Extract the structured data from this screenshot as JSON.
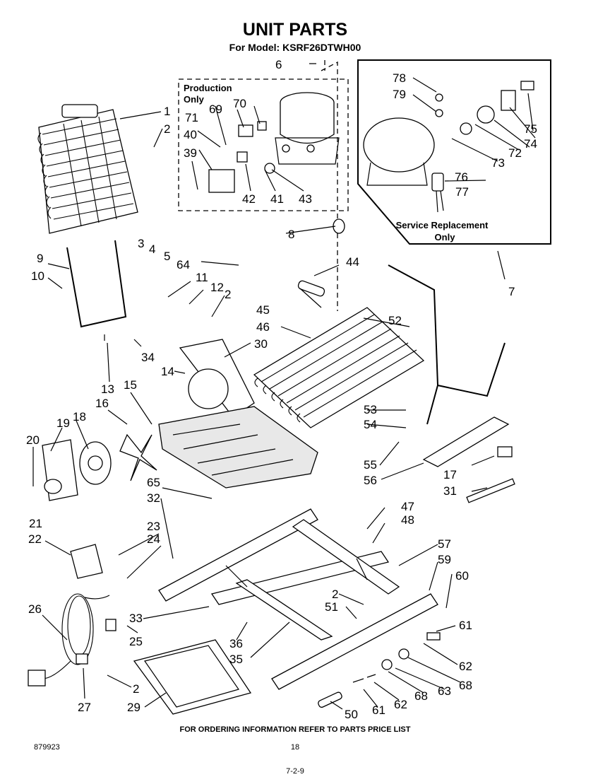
{
  "title": "UNIT PARTS",
  "subtitle": "For Model: KSRF26DTWH00",
  "production_label_1": "Production",
  "production_label_2": "Only",
  "service_label_1": "Service Replacement",
  "service_label_2": "Only",
  "footer_note": "FOR ORDERING INFORMATION REFER TO PARTS PRICE LIST",
  "doc_number": "879923",
  "page_number": "18",
  "bottom_mark": "7-2-9",
  "callouts": [
    {
      "id": "c1",
      "text": "1"
    },
    {
      "id": "c2a",
      "text": "2"
    },
    {
      "id": "c3",
      "text": "3"
    },
    {
      "id": "c4",
      "text": "4"
    },
    {
      "id": "c5",
      "text": "5"
    },
    {
      "id": "c6",
      "text": "6"
    },
    {
      "id": "c7",
      "text": "7"
    },
    {
      "id": "c8",
      "text": "8"
    },
    {
      "id": "c9",
      "text": "9"
    },
    {
      "id": "c10",
      "text": "10"
    },
    {
      "id": "c11",
      "text": "11"
    },
    {
      "id": "c12",
      "text": "12"
    },
    {
      "id": "c2b",
      "text": "2"
    },
    {
      "id": "c13",
      "text": "13"
    },
    {
      "id": "c14",
      "text": "14"
    },
    {
      "id": "c15",
      "text": "15"
    },
    {
      "id": "c16",
      "text": "16"
    },
    {
      "id": "c17",
      "text": "17"
    },
    {
      "id": "c18",
      "text": "18"
    },
    {
      "id": "c19",
      "text": "19"
    },
    {
      "id": "c20",
      "text": "20"
    },
    {
      "id": "c21",
      "text": "21"
    },
    {
      "id": "c22",
      "text": "22"
    },
    {
      "id": "c23",
      "text": "23"
    },
    {
      "id": "c24",
      "text": "24"
    },
    {
      "id": "c25",
      "text": "25"
    },
    {
      "id": "c26",
      "text": "26"
    },
    {
      "id": "c27",
      "text": "27"
    },
    {
      "id": "c2c",
      "text": "2"
    },
    {
      "id": "c29",
      "text": "29"
    },
    {
      "id": "c30",
      "text": "30"
    },
    {
      "id": "c31",
      "text": "31"
    },
    {
      "id": "c32",
      "text": "32"
    },
    {
      "id": "c33",
      "text": "33"
    },
    {
      "id": "c34",
      "text": "34"
    },
    {
      "id": "c35",
      "text": "35"
    },
    {
      "id": "c36",
      "text": "36"
    },
    {
      "id": "c39",
      "text": "39"
    },
    {
      "id": "c40",
      "text": "40"
    },
    {
      "id": "c41",
      "text": "41"
    },
    {
      "id": "c42",
      "text": "42"
    },
    {
      "id": "c43",
      "text": "43"
    },
    {
      "id": "c44",
      "text": "44"
    },
    {
      "id": "c45",
      "text": "45"
    },
    {
      "id": "c46",
      "text": "46"
    },
    {
      "id": "c47",
      "text": "47"
    },
    {
      "id": "c48",
      "text": "48"
    },
    {
      "id": "c2d",
      "text": "2"
    },
    {
      "id": "c50",
      "text": "50"
    },
    {
      "id": "c51",
      "text": "51"
    },
    {
      "id": "c52",
      "text": "52"
    },
    {
      "id": "c53",
      "text": "53"
    },
    {
      "id": "c54",
      "text": "54"
    },
    {
      "id": "c55",
      "text": "55"
    },
    {
      "id": "c56",
      "text": "56"
    },
    {
      "id": "c57",
      "text": "57"
    },
    {
      "id": "c59",
      "text": "59"
    },
    {
      "id": "c60",
      "text": "60"
    },
    {
      "id": "c61a",
      "text": "61"
    },
    {
      "id": "c61b",
      "text": "61"
    },
    {
      "id": "c62a",
      "text": "62"
    },
    {
      "id": "c62b",
      "text": "62"
    },
    {
      "id": "c63",
      "text": "63"
    },
    {
      "id": "c64",
      "text": "64"
    },
    {
      "id": "c65",
      "text": "65"
    },
    {
      "id": "c68a",
      "text": "68"
    },
    {
      "id": "c68b",
      "text": "68"
    },
    {
      "id": "c69",
      "text": "69"
    },
    {
      "id": "c70",
      "text": "70"
    },
    {
      "id": "c71",
      "text": "71"
    },
    {
      "id": "c72",
      "text": "72"
    },
    {
      "id": "c73",
      "text": "73"
    },
    {
      "id": "c74",
      "text": "74"
    },
    {
      "id": "c75",
      "text": "75"
    },
    {
      "id": "c76",
      "text": "76"
    },
    {
      "id": "c77",
      "text": "77"
    },
    {
      "id": "c78",
      "text": "78"
    },
    {
      "id": "c79",
      "text": "79"
    }
  ]
}
